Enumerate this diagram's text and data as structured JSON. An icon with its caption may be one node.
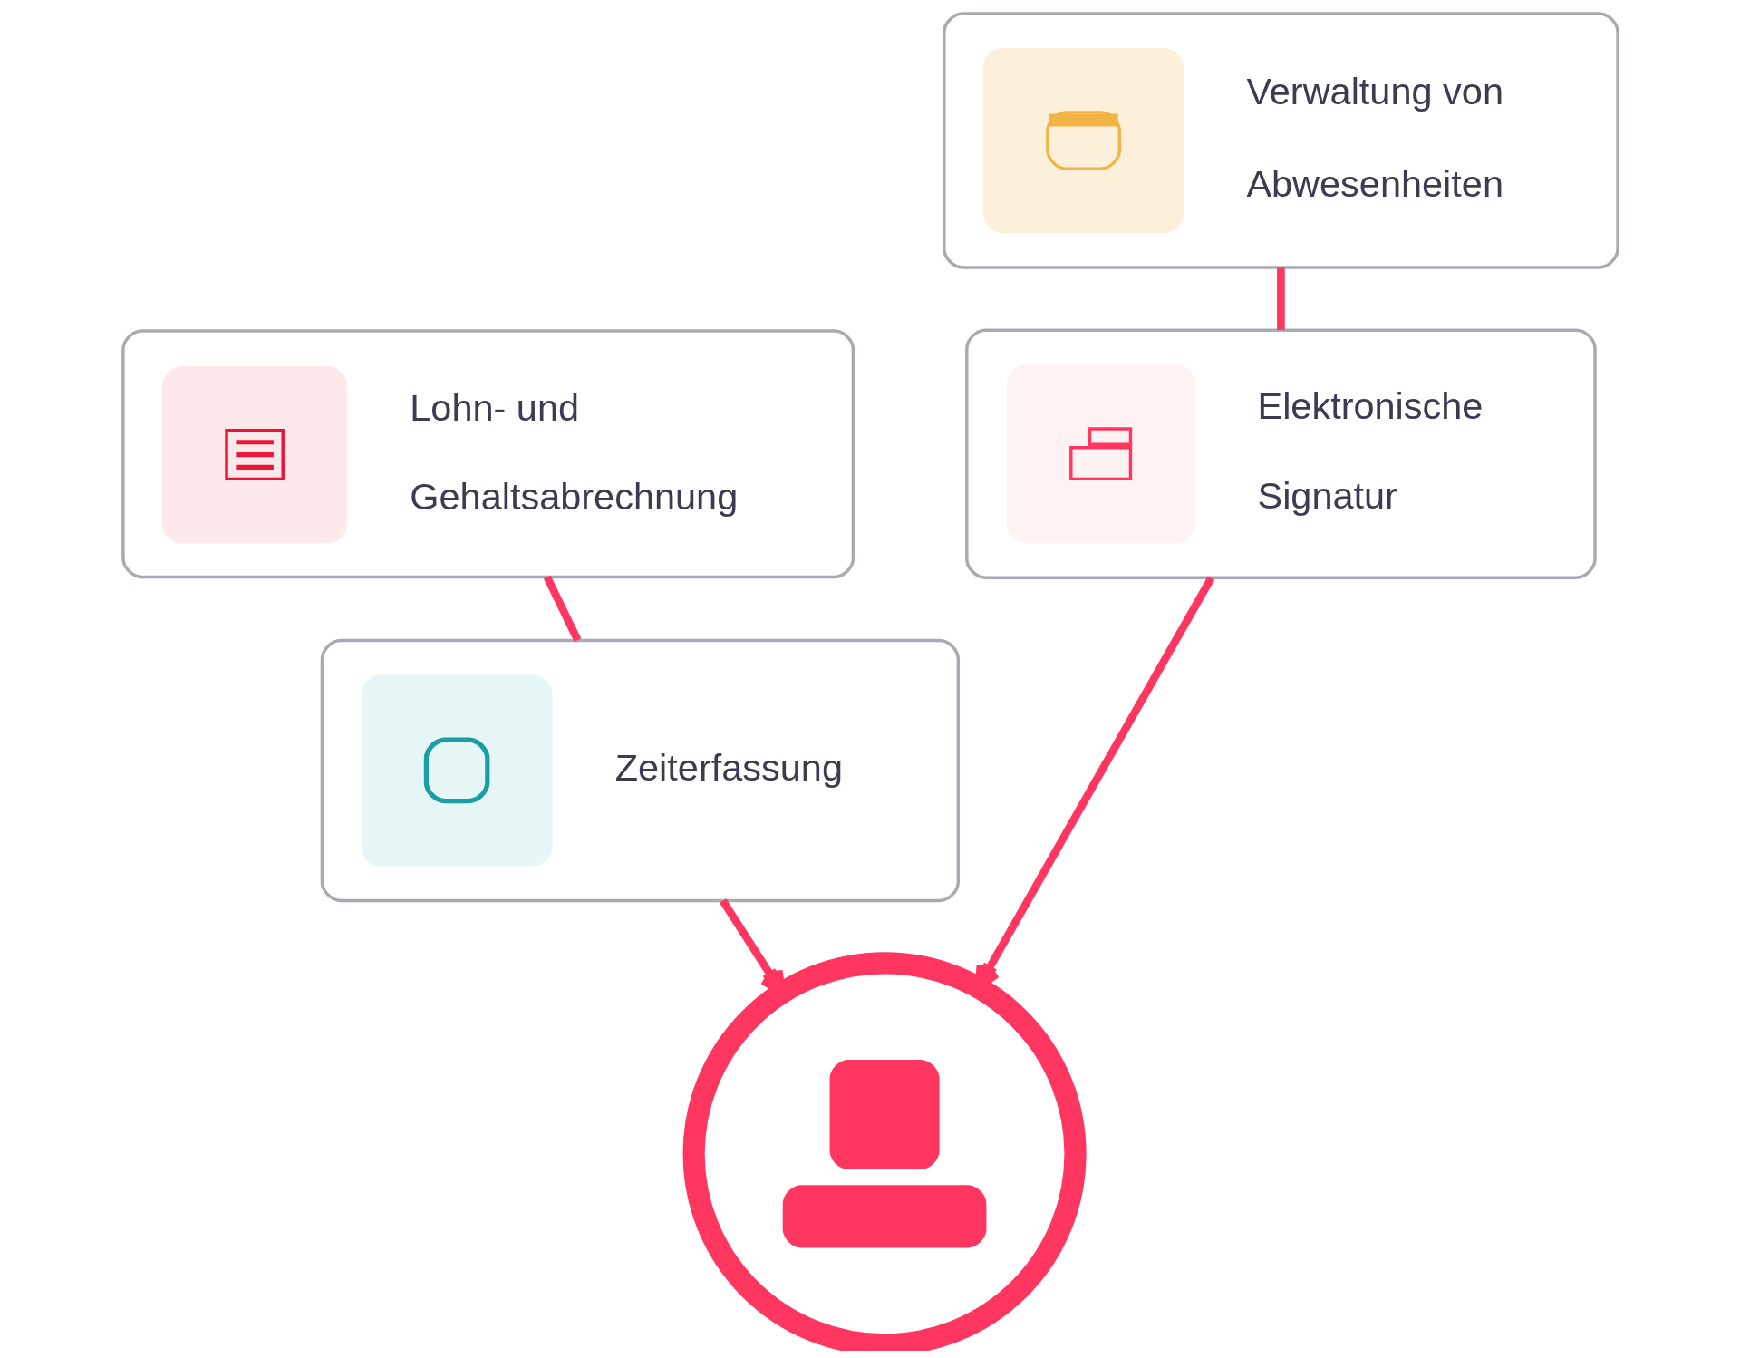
{
  "diagram": {
    "nodes": [
      {
        "text": [
          "Verwaltung von Abwesenheiten"
        ]
      },
      {
        "text": [
          "Elektronische Signatur"
        ]
      },
      {
        "text": [
          "Lohn- und Gehaltsabrechnung"
        ]
      },
      {
        "text": [
          "Zeiterfassung"
        ]
      },
      {
        "text": [],
        "shape": "person"
      }
    ],
    "edges": [
      {
        "from": 0,
        "to": 1,
        "arrow": "none"
      },
      {
        "from": 1,
        "to": 4,
        "arrow": "to"
      },
      {
        "from": 2,
        "to": 3,
        "arrow": "none"
      },
      {
        "from": 3,
        "to": 4,
        "arrow": "to"
      }
    ]
  }
}
